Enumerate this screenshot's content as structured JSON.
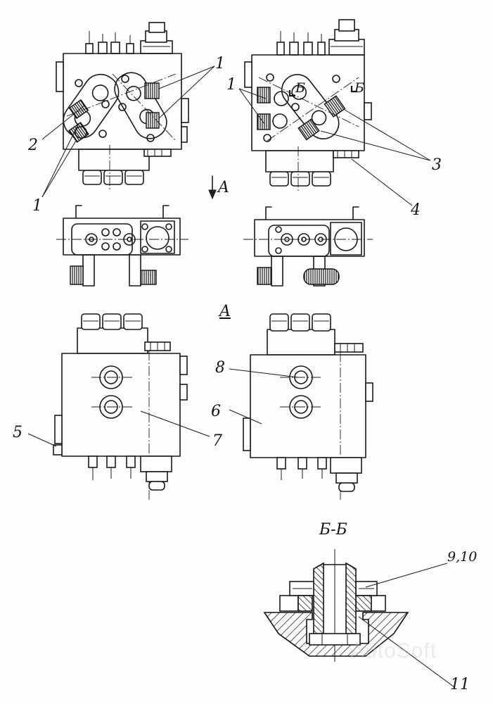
{
  "labels": {
    "one_top_left": "1",
    "one_top_right": "1",
    "one_bottom_left": "1",
    "two": "2",
    "three": "3",
    "four": "4",
    "five": "5",
    "six": "6",
    "seven": "7",
    "eight": "8",
    "nine_ten": "9,10",
    "eleven": "11",
    "view_arrow": "A",
    "view_title": "A",
    "section_mark_left": "Б",
    "section_mark_right": "Б",
    "section_title": "Б-Б"
  },
  "watermark": "AutoSoft"
}
